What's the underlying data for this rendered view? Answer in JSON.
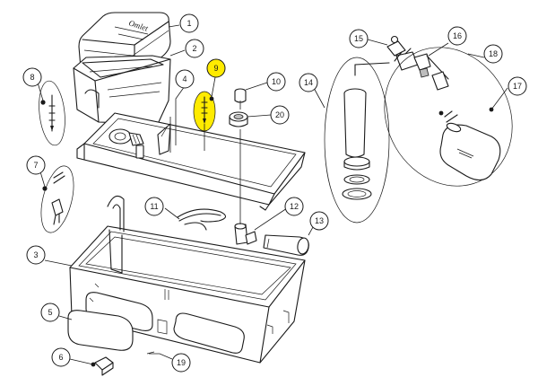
{
  "diagram": {
    "background": "#ffffff",
    "highlight_color": "#ffeb00",
    "line_color": "#1a1a1a",
    "brand_text": "Omlet",
    "callouts": [
      "1",
      "2",
      "3",
      "4",
      "5",
      "6",
      "7",
      "8",
      "9",
      "10",
      "11",
      "12",
      "13",
      "14",
      "15",
      "16",
      "17",
      "18",
      "19",
      "20"
    ],
    "highlighted_callout": "9"
  }
}
